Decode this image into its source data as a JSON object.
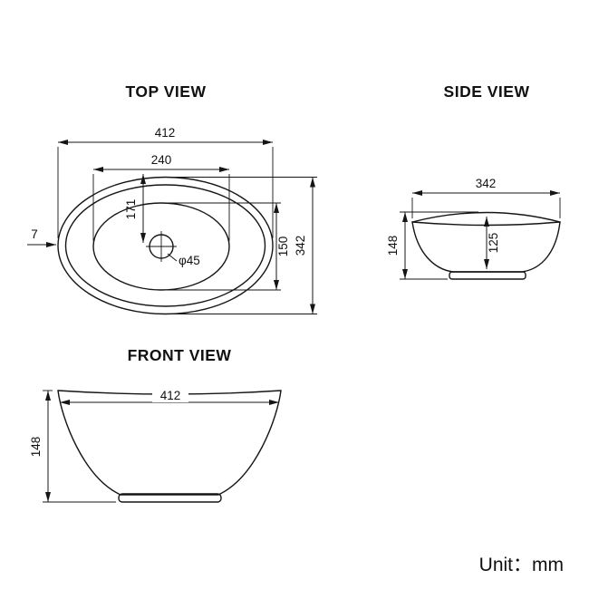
{
  "page": {
    "background": "#ffffff",
    "line_color": "#151515"
  },
  "views": {
    "top": {
      "title": "TOP VIEW",
      "dims": {
        "overall_width": "412",
        "basin_width": "240",
        "center_offset": "171",
        "basin_height": "150",
        "overall_depth": "342",
        "rim_thickness": "7",
        "drain_diameter": "φ45"
      }
    },
    "side": {
      "title": "SIDE VIEW",
      "dims": {
        "width": "342",
        "height": "148",
        "inner_depth": "125"
      }
    },
    "front": {
      "title": "FRONT VIEW",
      "dims": {
        "width": "412",
        "height": "148"
      }
    }
  },
  "footer": {
    "unit_label": "Unit：mm"
  }
}
